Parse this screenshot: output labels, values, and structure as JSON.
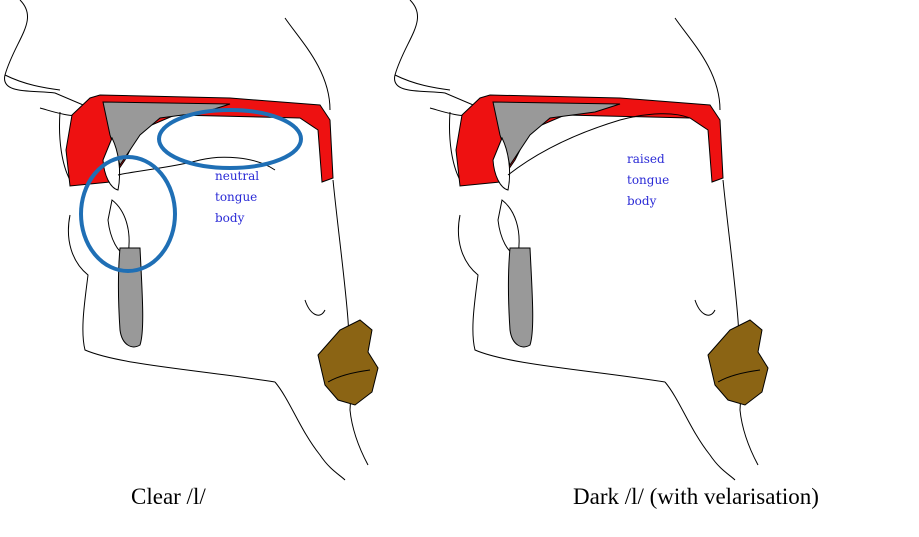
{
  "panels": [
    {
      "label_lines": [
        "neutral",
        "tongue",
        "body"
      ],
      "caption": "Clear /l/"
    },
    {
      "label_lines": [
        "raised",
        "tongue",
        "body"
      ],
      "caption": "Dark /l/ (with velarisation)"
    }
  ],
  "colors": {
    "palate": "#ee1111",
    "teeth_and_bone": "#999999",
    "larynx": "#8b6414",
    "outline": "#000000",
    "label_text": "#2a2ad6",
    "highlight_circle": "#1f6fb5"
  }
}
